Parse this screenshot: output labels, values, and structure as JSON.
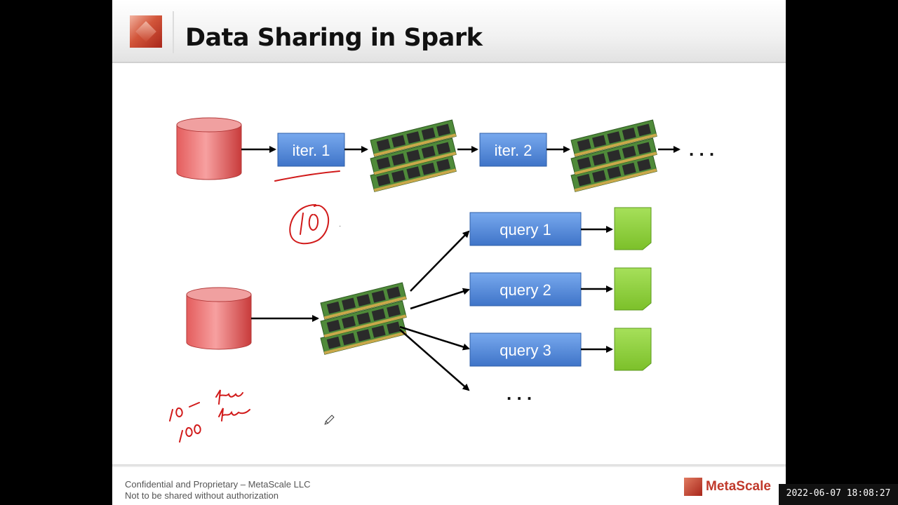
{
  "slide": {
    "title": "Data Sharing in Spark",
    "footer_line1": "Confidential and Proprietary – MetaScale LLC",
    "footer_line2": "Not to be shared without authorization",
    "brand": "MetaScale"
  },
  "diagram": {
    "iter1_label": "iter. 1",
    "iter2_label": "iter. 2",
    "ellipsis_top": ". . .",
    "queries": [
      "query 1",
      "query 2",
      "query 3"
    ],
    "ellipsis_bottom": ". . .",
    "colors": {
      "db": "#e05a5a",
      "node": "#4f86d8",
      "output": "#8ccf3c",
      "ink": "#d11a1a"
    },
    "handwriting": [
      "10",
      "10 — time",
      "100 time"
    ]
  },
  "overlay": {
    "timestamp": "2022-06-07 18:08:27"
  }
}
